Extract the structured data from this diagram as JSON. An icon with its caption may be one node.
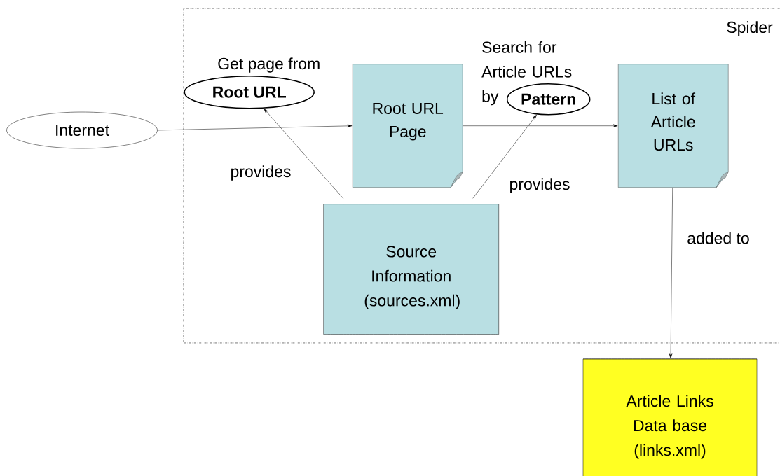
{
  "diagram": {
    "nodes": [
      {
        "text": [
          "Spider"
        ]
      },
      {
        "text": [
          "Internet"
        ]
      },
      {
        "text": [
          "Get page from",
          "Root URL"
        ],
        "in": 0
      },
      {
        "text": [
          "Root URL Page"
        ],
        "in": 0
      },
      {
        "text": [
          "Search for Article URLs by",
          "Pattern"
        ],
        "in": 0
      },
      {
        "text": [
          "List of Article URLs"
        ],
        "in": 0
      },
      {
        "text": [
          "Source Information (sources.xml)"
        ],
        "in": 0
      },
      {
        "text": [
          "Article Links Data base (links.xml)"
        ]
      }
    ],
    "edges": [
      {
        "from": 1,
        "to": 3,
        "arrow": "to"
      },
      {
        "from": 3,
        "to": 5,
        "arrow": "to"
      },
      {
        "from": 6,
        "to": 2,
        "arrow": "to",
        "label": "provides"
      },
      {
        "from": 6,
        "to": 4,
        "arrow": "to",
        "label": "provides"
      },
      {
        "from": 5,
        "to": 7,
        "arrow": "to",
        "label": "added to"
      }
    ]
  }
}
